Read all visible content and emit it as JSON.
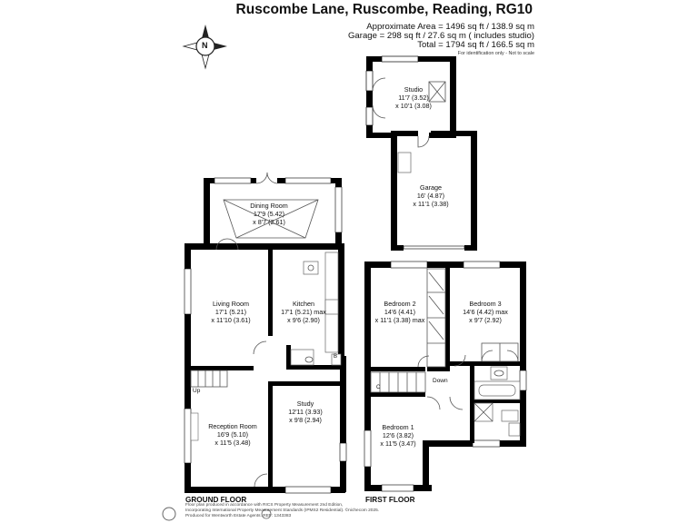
{
  "header": {
    "title": "Ruscombe Lane, Ruscombe, Reading, RG10",
    "area_line": "Approximate Area = 1496 sq ft / 138.9 sq m",
    "garage_line": "Garage = 298 sq ft / 27.6 sq m ( includes studio)",
    "total_line": "Total = 1794 sq ft / 166.5 sq m",
    "disclaimer": "For identification only - Not to scale"
  },
  "compass": {
    "letter": "N"
  },
  "rooms": {
    "studio": {
      "name": "Studio",
      "dims1": "11'7 (3.52)",
      "dims2": "x 10'1 (3.08)"
    },
    "garage": {
      "name": "Garage",
      "dims1": "16' (4.87)",
      "dims2": "x 11'1 (3.38)"
    },
    "dining": {
      "name": "Dining Room",
      "dims1": "17'9 (5.42)",
      "dims2": "x 8'7 (2.61)"
    },
    "living": {
      "name": "Living Room",
      "dims1": "17'1 (5.21)",
      "dims2": "x 11'10 (3.61)"
    },
    "kitchen": {
      "name": "Kitchen",
      "dims1": "17'1 (5.21) max",
      "dims2": "x 9'6 (2.90)"
    },
    "study": {
      "name": "Study",
      "dims1": "12'11 (3.93)",
      "dims2": "x 9'8 (2.94)"
    },
    "reception": {
      "name": "Reception Room",
      "dims1": "16'9 (5.10)",
      "dims2": "x 11'5 (3.48)"
    },
    "bedroom2": {
      "name": "Bedroom 2",
      "dims1": "14'6 (4.41)",
      "dims2": "x 11'1 (3.38) max"
    },
    "bedroom3": {
      "name": "Bedroom 3",
      "dims1": "14'6 (4.42) max",
      "dims2": "x 9'7 (2.92)"
    },
    "bedroom1": {
      "name": "Bedroom 1",
      "dims1": "12'6 (3.82)",
      "dims2": "x 11'5 (3.47)"
    }
  },
  "labels": {
    "up": "Up",
    "down": "Down",
    "ground_floor": "GROUND FLOOR",
    "first_floor": "FIRST FLOOR",
    "cupboard": "C",
    "boiler": "B"
  },
  "footer": {
    "line1": "Floor plan produced in accordance with RICS Property Measurement 2nd Edition,",
    "line2": "Incorporating International Property Measurement Standards (IPMS2 Residential). ©nichecom 2025.",
    "line3": "Produced for Wentworth Estate Agents.   REF: 1343383"
  }
}
